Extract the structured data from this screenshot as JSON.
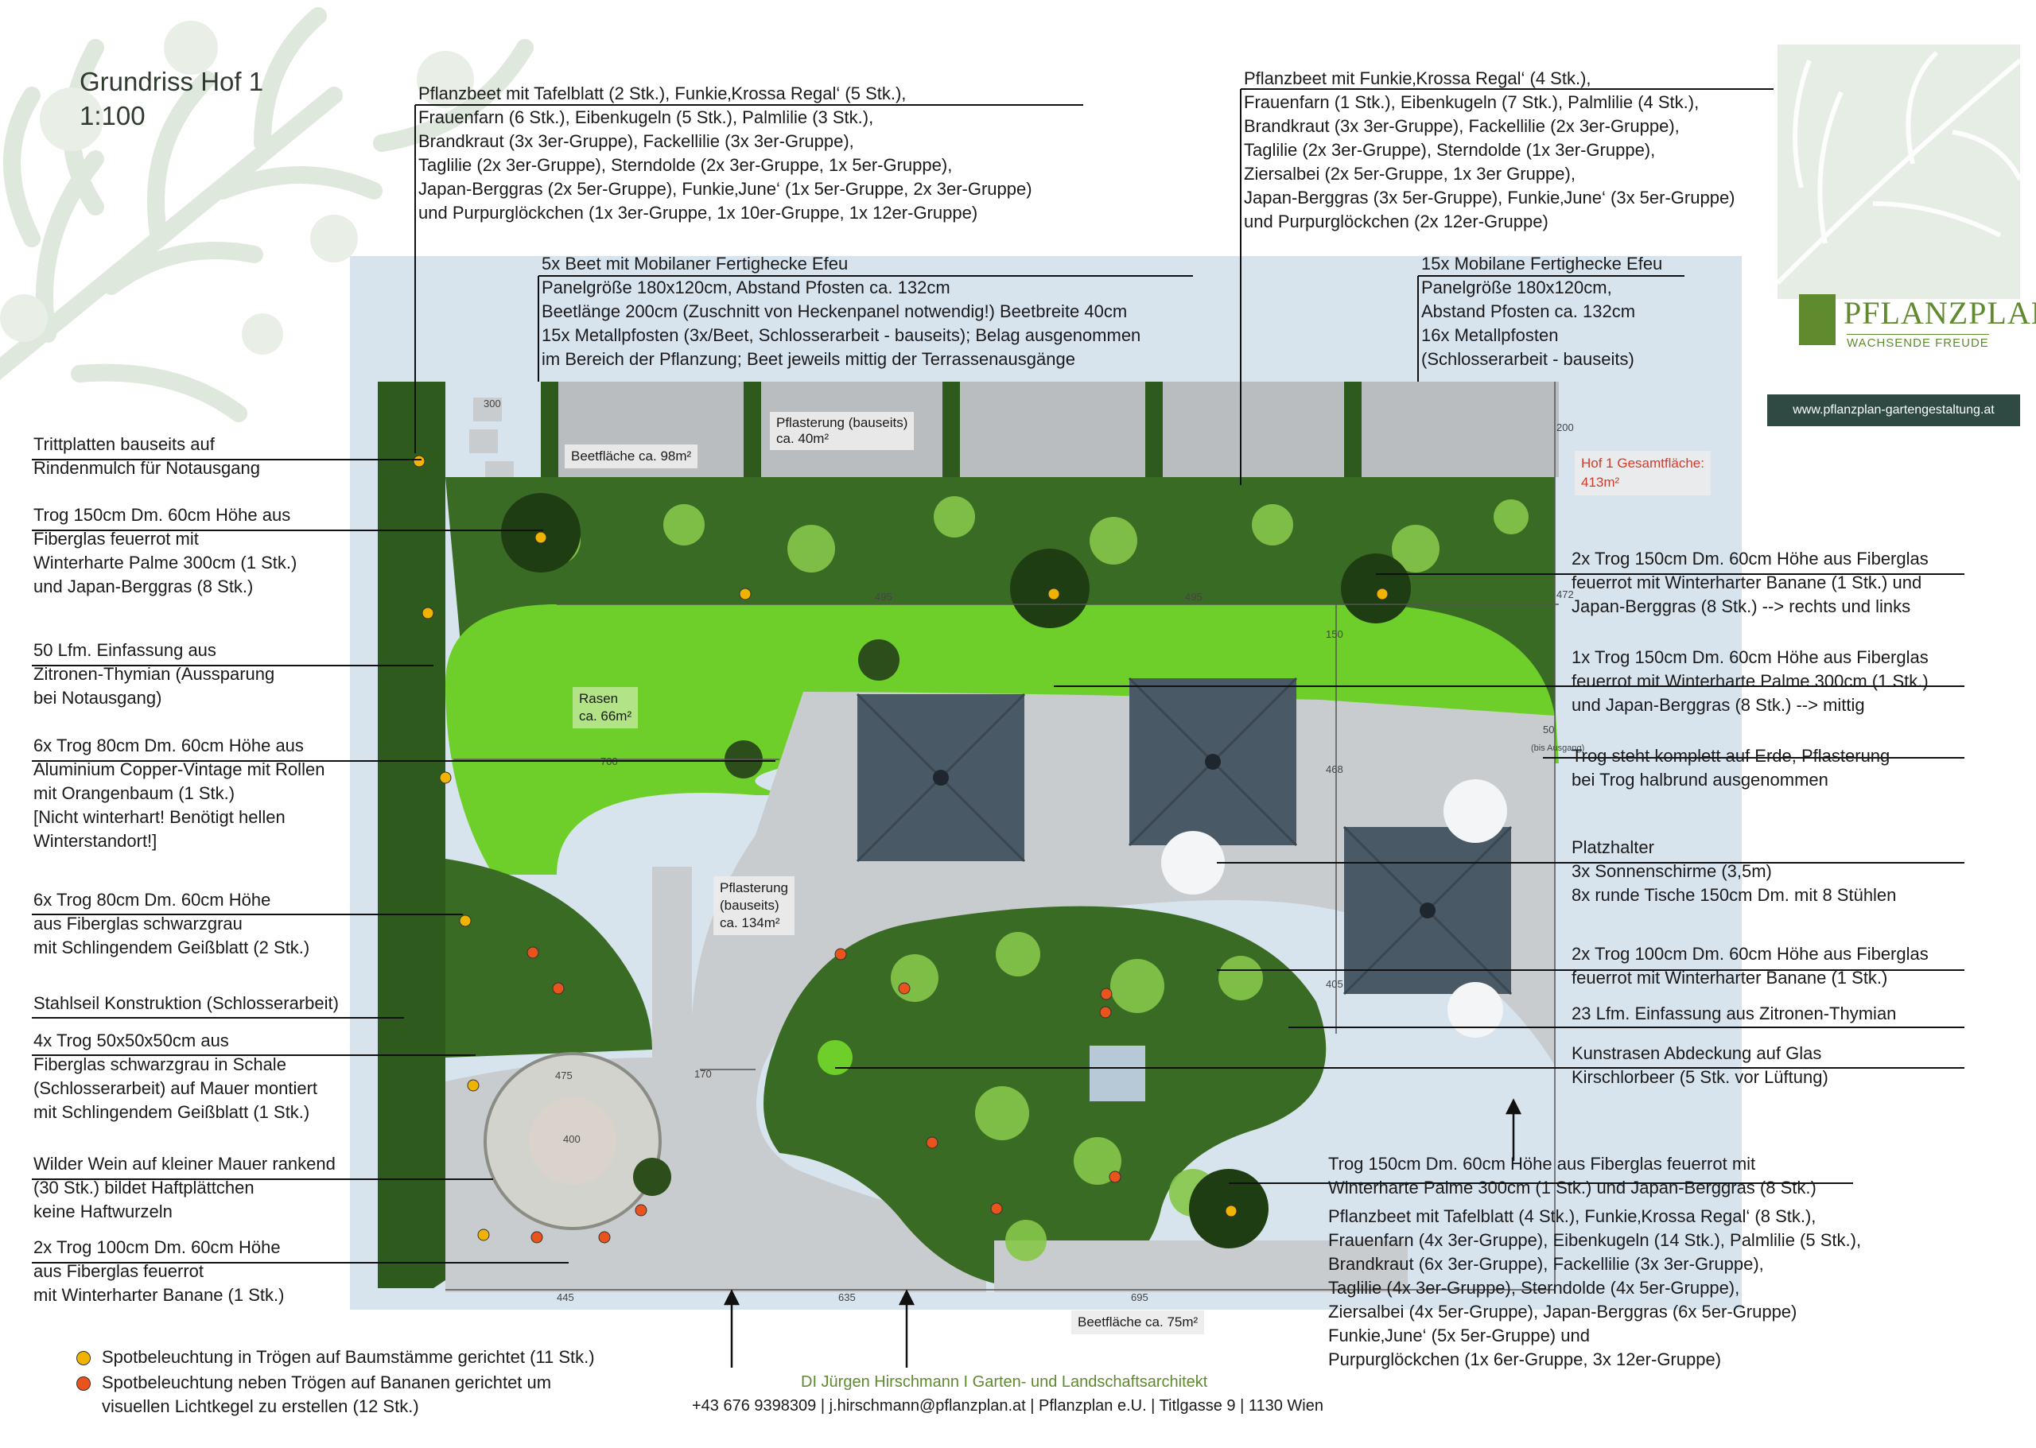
{
  "title": {
    "line1": "Grundriss Hof 1",
    "line2": "1:100"
  },
  "logo": {
    "name": "PFLANZPLAN",
    "tagline": "WACHSENDE FREUDE",
    "url": "www.pflanzplan-gartengestaltung.at"
  },
  "plan": {
    "beetflaeche_top": "Beetfläche ca. 98m²",
    "pflasterung_top_1": "Pflasterung (bauseits)",
    "pflasterung_top_2": "ca. 40m²",
    "gesamt_1": "Hof 1 Gesamtfläche:",
    "gesamt_2": "413m²",
    "rasen_1": "Rasen",
    "rasen_2": "ca. 66m²",
    "pflasterung_mid_1": "Pflasterung",
    "pflasterung_mid_2": "(bauseits)",
    "pflasterung_mid_3": "ca. 134m²",
    "beetflaeche_bottom": "Beetfläche ca. 75m²",
    "dims": {
      "d495a": "495",
      "d495b": "495",
      "d700": "700",
      "d200": "200",
      "d472": "472",
      "d150": "150",
      "d468": "468",
      "d405": "405",
      "d50": "50",
      "d_bis": "(bis Ausgang)",
      "d170": "170",
      "d475": "475",
      "d400": "400",
      "d445": "445",
      "d635": "635",
      "d695": "695",
      "d300": "300"
    }
  },
  "annotations_left": [
    {
      "lines": [
        "Trittplatten bauseits auf",
        "Rindenmulch für Notausgang"
      ]
    },
    {
      "lines": [
        "Trog 150cm Dm. 60cm Höhe aus",
        "Fiberglas feuerrot mit",
        "Winterharte Palme 300cm (1 Stk.)",
        "und Japan-Berggras (8 Stk.)"
      ]
    },
    {
      "lines": [
        "50 Lfm. Einfassung aus",
        "Zitronen-Thymian (Aussparung",
        "bei Notausgang)"
      ]
    },
    {
      "lines": [
        "6x Trog 80cm Dm. 60cm Höhe aus",
        "Aluminium Copper-Vintage mit Rollen",
        "mit Orangenbaum (1 Stk.)",
        "[Nicht winterhart! Benötigt hellen",
        "Winterstandort!]"
      ]
    },
    {
      "lines": [
        "6x Trog 80cm Dm. 60cm Höhe",
        "aus Fiberglas schwarzgrau",
        "mit Schlingendem Geißblatt (2 Stk.)"
      ]
    },
    {
      "lines": [
        "Stahlseil Konstruktion (Schlosserarbeit)"
      ]
    },
    {
      "lines": [
        "4x Trog 50x50x50cm aus",
        "Fiberglas schwarzgrau in Schale",
        "(Schlosserarbeit) auf Mauer montiert",
        "mit Schlingendem Geißblatt (1 Stk.)"
      ]
    },
    {
      "lines": [
        "Wilder Wein auf kleiner Mauer rankend",
        "(30 Stk.) bildet Haftplättchen",
        "keine Haftwurzeln"
      ]
    },
    {
      "lines": [
        "2x Trog 100cm Dm. 60cm Höhe",
        "aus Fiberglas feuerrot",
        "mit Winterharter Banane (1 Stk.)"
      ]
    }
  ],
  "annotations_top": [
    {
      "lines": [
        "Pflanzbeet mit Tafelblatt (2 Stk.), Funkie‚Krossa Regal‘ (5 Stk.),",
        "Frauenfarn (6 Stk.), Eibenkugeln (5 Stk.), Palmlilie (3 Stk.),",
        "Brandkraut (3x 3er-Gruppe), Fackellilie (3x 3er-Gruppe),",
        "Taglilie (2x 3er-Gruppe), Sterndolde (2x 3er-Gruppe, 1x 5er-Gruppe),",
        "Japan-Berggras (2x 5er-Gruppe), Funkie‚June‘ (1x 5er-Gruppe, 2x 3er-Gruppe)",
        "und Purpurglöckchen (1x 3er-Gruppe, 1x 10er-Gruppe, 1x 12er-Gruppe)"
      ]
    },
    {
      "lines": [
        "5x Beet mit Mobilaner Fertighecke Efeu",
        "Panelgröße 180x120cm, Abstand Pfosten ca. 132cm",
        "Beetlänge 200cm (Zuschnitt von Heckenpanel notwendig!) Beetbreite 40cm",
        "15x Metallpfosten (3x/Beet, Schlosserarbeit - bauseits); Belag ausgenommen",
        "im Bereich der Pflanzung; Beet jeweils mittig der Terrassenausgänge"
      ]
    },
    {
      "lines": [
        "Pflanzbeet mit Funkie‚Krossa Regal‘ (4 Stk.),",
        "Frauenfarn (1 Stk.), Eibenkugeln (7 Stk.), Palmlilie (4 Stk.),",
        "Brandkraut (3x 3er-Gruppe), Fackellilie (2x 3er-Gruppe),",
        "Taglilie (2x 3er-Gruppe), Sterndolde (1x 3er-Gruppe),",
        "Ziersalbei (2x 5er-Gruppe, 1x 3er Gruppe),",
        "Japan-Berggras (3x 5er-Gruppe), Funkie‚June‘ (3x 5er-Gruppe)",
        "und Purpurglöckchen (2x 12er-Gruppe)"
      ]
    },
    {
      "lines": [
        "15x Mobilane Fertighecke Efeu",
        "Panelgröße 180x120cm,",
        "Abstand Pfosten ca. 132cm",
        "16x Metallpfosten",
        "(Schlosserarbeit - bauseits)"
      ]
    }
  ],
  "annotations_right": [
    {
      "lines": [
        "2x Trog 150cm Dm. 60cm Höhe aus Fiberglas",
        "feuerrot mit Winterharter Banane (1 Stk.) und",
        "Japan-Berggras (8 Stk.) --> rechts und links"
      ]
    },
    {
      "lines": [
        "1x Trog 150cm Dm. 60cm Höhe aus Fiberglas",
        "feuerrot mit Winterharte Palme 300cm (1 Stk.)",
        "und Japan-Berggras (8 Stk.) --> mittig"
      ]
    },
    {
      "lines": [
        "Trog steht komplett auf Erde, Pflasterung",
        "bei Trog halbrund ausgenommen"
      ]
    },
    {
      "lines": [
        "Platzhalter",
        "3x Sonnenschirme (3,5m)",
        "8x runde Tische 150cm Dm. mit 8 Stühlen"
      ]
    },
    {
      "lines": [
        "2x Trog 100cm Dm. 60cm Höhe aus Fiberglas",
        "feuerrot mit Winterharter Banane (1 Stk.)"
      ]
    },
    {
      "lines": [
        "23 Lfm. Einfassung aus Zitronen-Thymian"
      ]
    },
    {
      "lines": [
        "Kunstrasen Abdeckung auf  Glas",
        "Kirschlorbeer (5 Stk. vor Lüftung)"
      ]
    },
    {
      "lines": [
        "Trog 150cm Dm. 60cm Höhe aus Fiberglas feuerrot mit",
        "Winterharte Palme 300cm (1 Stk.) und Japan-Berggras (8 Stk.)"
      ]
    },
    {
      "lines": [
        "Pflanzbeet mit Tafelblatt (4 Stk.), Funkie‚Krossa Regal‘ (8 Stk.),",
        "Frauenfarn (4x 3er-Gruppe), Eibenkugeln (14 Stk.), Palmlilie (5 Stk.),",
        "Brandkraut (6x 3er-Gruppe), Fackellilie (3x 3er-Gruppe),",
        "Taglilie (4x 3er-Gruppe), Sterndolde (4x 5er-Gruppe),",
        "Ziersalbei (4x 5er-Gruppe), Japan-Berggras (6x 5er-Gruppe)",
        "Funkie‚June‘ (5x 5er-Gruppe) und",
        "Purpurglöckchen (1x 6er-Gruppe, 3x 12er-Gruppe)"
      ]
    }
  ],
  "legend": [
    {
      "color": "#f0b400",
      "lines": [
        "Spotbeleuchtung in Trögen auf Baumstämme gerichtet (11 Stk.)"
      ]
    },
    {
      "color": "#e8541c",
      "lines": [
        "Spotbeleuchtung neben Trögen auf Bananen gerichtet um",
        "visuellen Lichtkegel zu erstellen (12 Stk.)"
      ]
    }
  ],
  "footer": {
    "line1": "DI Jürgen Hirschmann I Garten- und Landschaftsarchitekt",
    "line2": "+43 676 9398309 | j.hirschmann@pflanzplan.at | Pflanzplan e.U. | Titlgasse 9 | 1130 Wien"
  },
  "colors": {
    "lawn": "#6fcf2a",
    "paving": "#c9ccce",
    "frame": "#d7e4ee",
    "umbrella": "#4a5966",
    "red_text": "#d43a2a",
    "footer_green": "#5f8a2d",
    "leaf_bg": "#dfe8dc"
  }
}
